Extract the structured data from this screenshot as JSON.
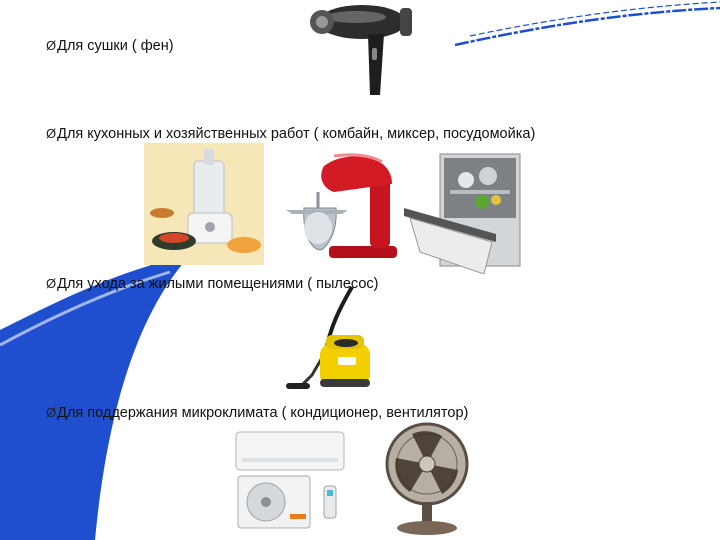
{
  "bullet_marker": "Ø",
  "bullets": [
    {
      "text": "Для сушки ( фен)"
    },
    {
      "text": "Для кухонных и хозяйственных работ ( комбайн, миксер, посудомойка)"
    },
    {
      "text": "Для ухода за жилыми помещениями ( пылесос)"
    },
    {
      "text": "Для поддержания микроклимата ( кондиционер, вентилятор)"
    }
  ],
  "images": [
    {
      "icon": "hair-dryer-icon"
    },
    {
      "icon": "food-processor-icon"
    },
    {
      "icon": "stand-mixer-icon"
    },
    {
      "icon": "dishwasher-icon"
    },
    {
      "icon": "vacuum-cleaner-icon"
    },
    {
      "icon": "air-conditioner-icon"
    },
    {
      "icon": "desk-fan-icon"
    }
  ],
  "colors": {
    "accent_blue": "#1f4fcf",
    "mixer_red": "#c8141e",
    "vacuum_yellow": "#f2d000"
  }
}
